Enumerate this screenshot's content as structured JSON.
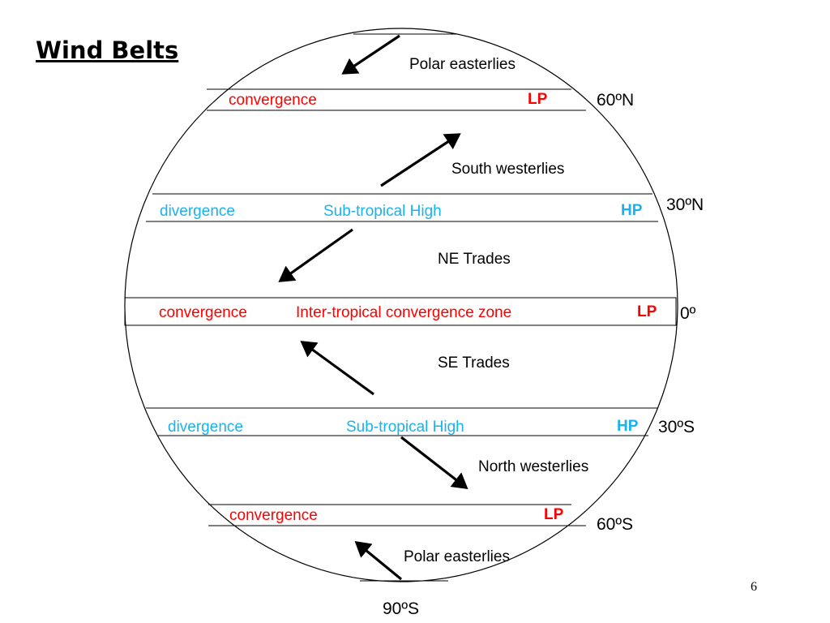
{
  "title": "Wind Belts",
  "page_number": "6",
  "colors": {
    "convergence": "#ff0000",
    "divergence": "#1ab2ee",
    "outline": "#000000"
  },
  "belts": {
    "n60": {
      "zone": "convergence",
      "pressure": "LP",
      "latitude": "60ºN"
    },
    "n30": {
      "zone": "divergence",
      "name": "Sub-tropical High",
      "pressure": "HP",
      "latitude": "30ºN"
    },
    "eq": {
      "zone": "convergence",
      "name": "Inter-tropical convergence zone",
      "pressure": "LP",
      "latitude": "0º"
    },
    "s30": {
      "zone": "divergence",
      "name": "Sub-tropical High",
      "pressure": "HP",
      "latitude": "30ºS"
    },
    "s60": {
      "zone": "convergence",
      "pressure": "LP",
      "latitude": "60ºS"
    }
  },
  "winds": {
    "north_polar": "Polar easterlies",
    "north_westerlies": "South westerlies",
    "ne_trades": "NE Trades",
    "se_trades": "SE Trades",
    "south_westerlies": "North westerlies",
    "south_polar": "Polar easterlies"
  },
  "south_pole_label": "90ºS"
}
